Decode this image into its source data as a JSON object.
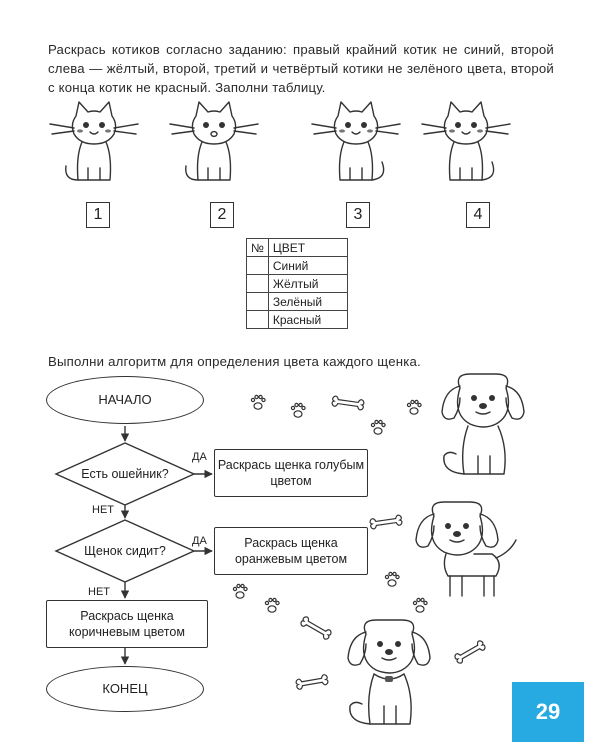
{
  "task1": {
    "text": "Раскрась котиков согласно заданию: правый крайний котик не синий, второй слева — жёлтый, второй, третий и четвёртый котики не зелёного цвета, второй с конца котик не красный. Заполни таблицу.",
    "cat_numbers": [
      "1",
      "2",
      "3",
      "4"
    ],
    "table": {
      "header_num": "№",
      "header_color": "ЦВЕТ",
      "rows": [
        "Синий",
        "Жёлтый",
        "Зелёный",
        "Красный"
      ]
    }
  },
  "task2": {
    "text": "Выполни алгоритм для определения цвета каждого щенка."
  },
  "flowchart": {
    "start": "НАЧАЛО",
    "question1": "Есть ошейник?",
    "action1": "Раскрась щенка голубым цветом",
    "question2": "Щенок сидит?",
    "action2": "Раскрась щенка оранжевым цветом",
    "action3": "Раскрась щенка коричневым цветом",
    "end": "КОНЕЦ",
    "yes_label": "ДА",
    "no_label": "НЕТ"
  },
  "page_number": "29",
  "colors": {
    "page_tab": "#27a9e1",
    "line": "#333333"
  }
}
